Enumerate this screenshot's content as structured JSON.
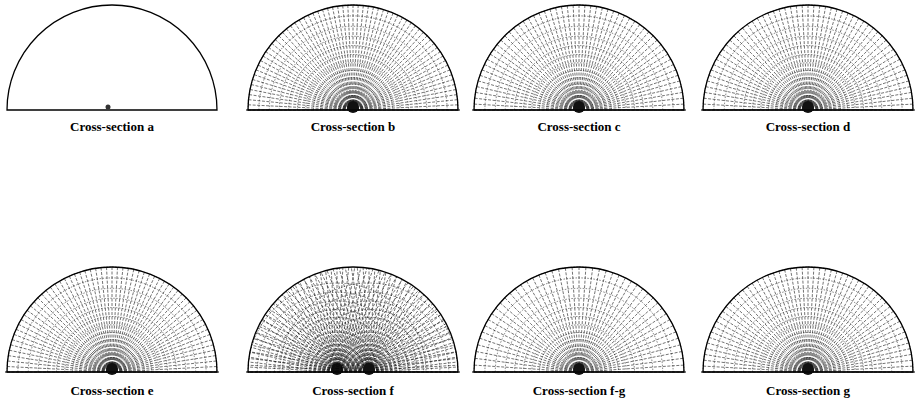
{
  "diagram": {
    "labels": [
      "Cross-section a",
      "Cross-section b",
      "Cross-section c",
      "Cross-section d",
      "Cross-section e",
      "Cross-section f",
      "Cross-section f-g",
      "Cross-section g"
    ]
  }
}
